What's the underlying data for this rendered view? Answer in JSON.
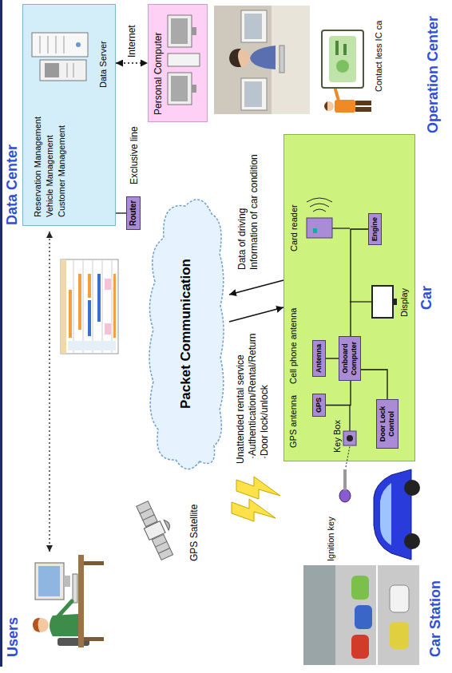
{
  "diagram": {
    "nodes": [
      {
        "text": [
          "Data Center",
          "Reservation Management",
          "Vehicle Management",
          "Customer Management",
          "Data Server"
        ]
      },
      {
        "text": [
          "Router"
        ]
      },
      {
        "text": [
          "Packet Communication"
        ]
      },
      {
        "text": [
          "Personal Computer"
        ]
      },
      {
        "text": [
          "Car"
        ]
      },
      {
        "text": [
          "GPS"
        ],
        "in": 4
      },
      {
        "text": [
          "Antenna"
        ],
        "in": 4
      },
      {
        "text": [
          "Onboard Computer"
        ],
        "in": 4
      },
      {
        "text": [
          "Door Lock Control"
        ],
        "in": 4
      },
      {
        "text": [
          "Engine"
        ],
        "in": 4
      }
    ],
    "edges": [
      {
        "from": 1,
        "to": 0,
        "arrow": "none"
      },
      {
        "from": 0,
        "to": 3,
        "arrow": "both",
        "label": "Internet"
      },
      {
        "from": 2,
        "to": 4,
        "arrow": "to"
      },
      {
        "from": 4,
        "to": 2,
        "arrow": "to"
      },
      {
        "from": 7,
        "to": 5,
        "arrow": "none"
      },
      {
        "from": 7,
        "to": 6,
        "arrow": "none"
      },
      {
        "from": 7,
        "to": 8,
        "arrow": "none"
      },
      {
        "from": 7,
        "to": 9,
        "arrow": "none"
      }
    ],
    "labels": [
      "Users",
      "Operation Center",
      "Car Station",
      "GPS Satellite",
      "Exclusive line",
      "Unattended rental service",
      "·Authentication/Rental/Return",
      "·Door lock/unlock",
      "Data of driving",
      "Information of car condition",
      "GPS antenna",
      "Cell phone antenna",
      "Key Box",
      "Card reader",
      "Display",
      "Ignition key",
      "Contact less IC ca"
    ]
  }
}
